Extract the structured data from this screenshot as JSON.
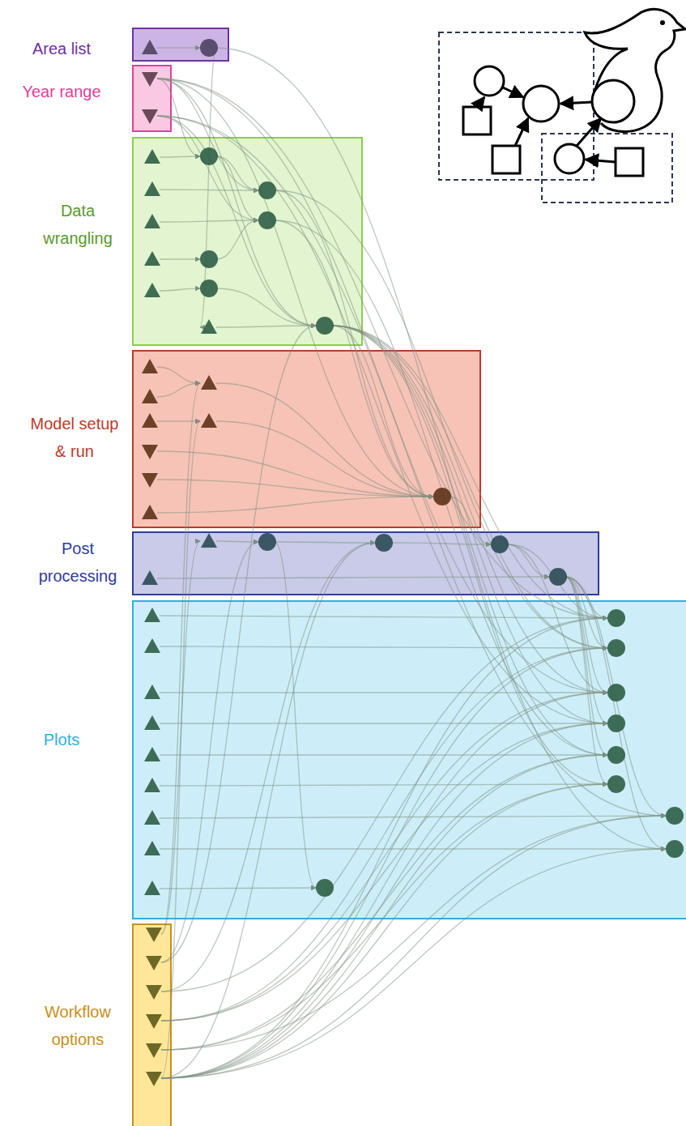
{
  "diagram": {
    "nodes": [
      {
        "text": [
          "Area list"
        ]
      },
      {
        "text": [
          "Year range"
        ]
      },
      {
        "text": [
          "Data wrangling"
        ]
      },
      {
        "text": [
          "Model setup & run"
        ]
      },
      {
        "text": [
          "Post processing"
        ]
      },
      {
        "text": [
          "Plots"
        ]
      },
      {
        "text": [
          "Workflow options"
        ]
      }
    ]
  }
}
